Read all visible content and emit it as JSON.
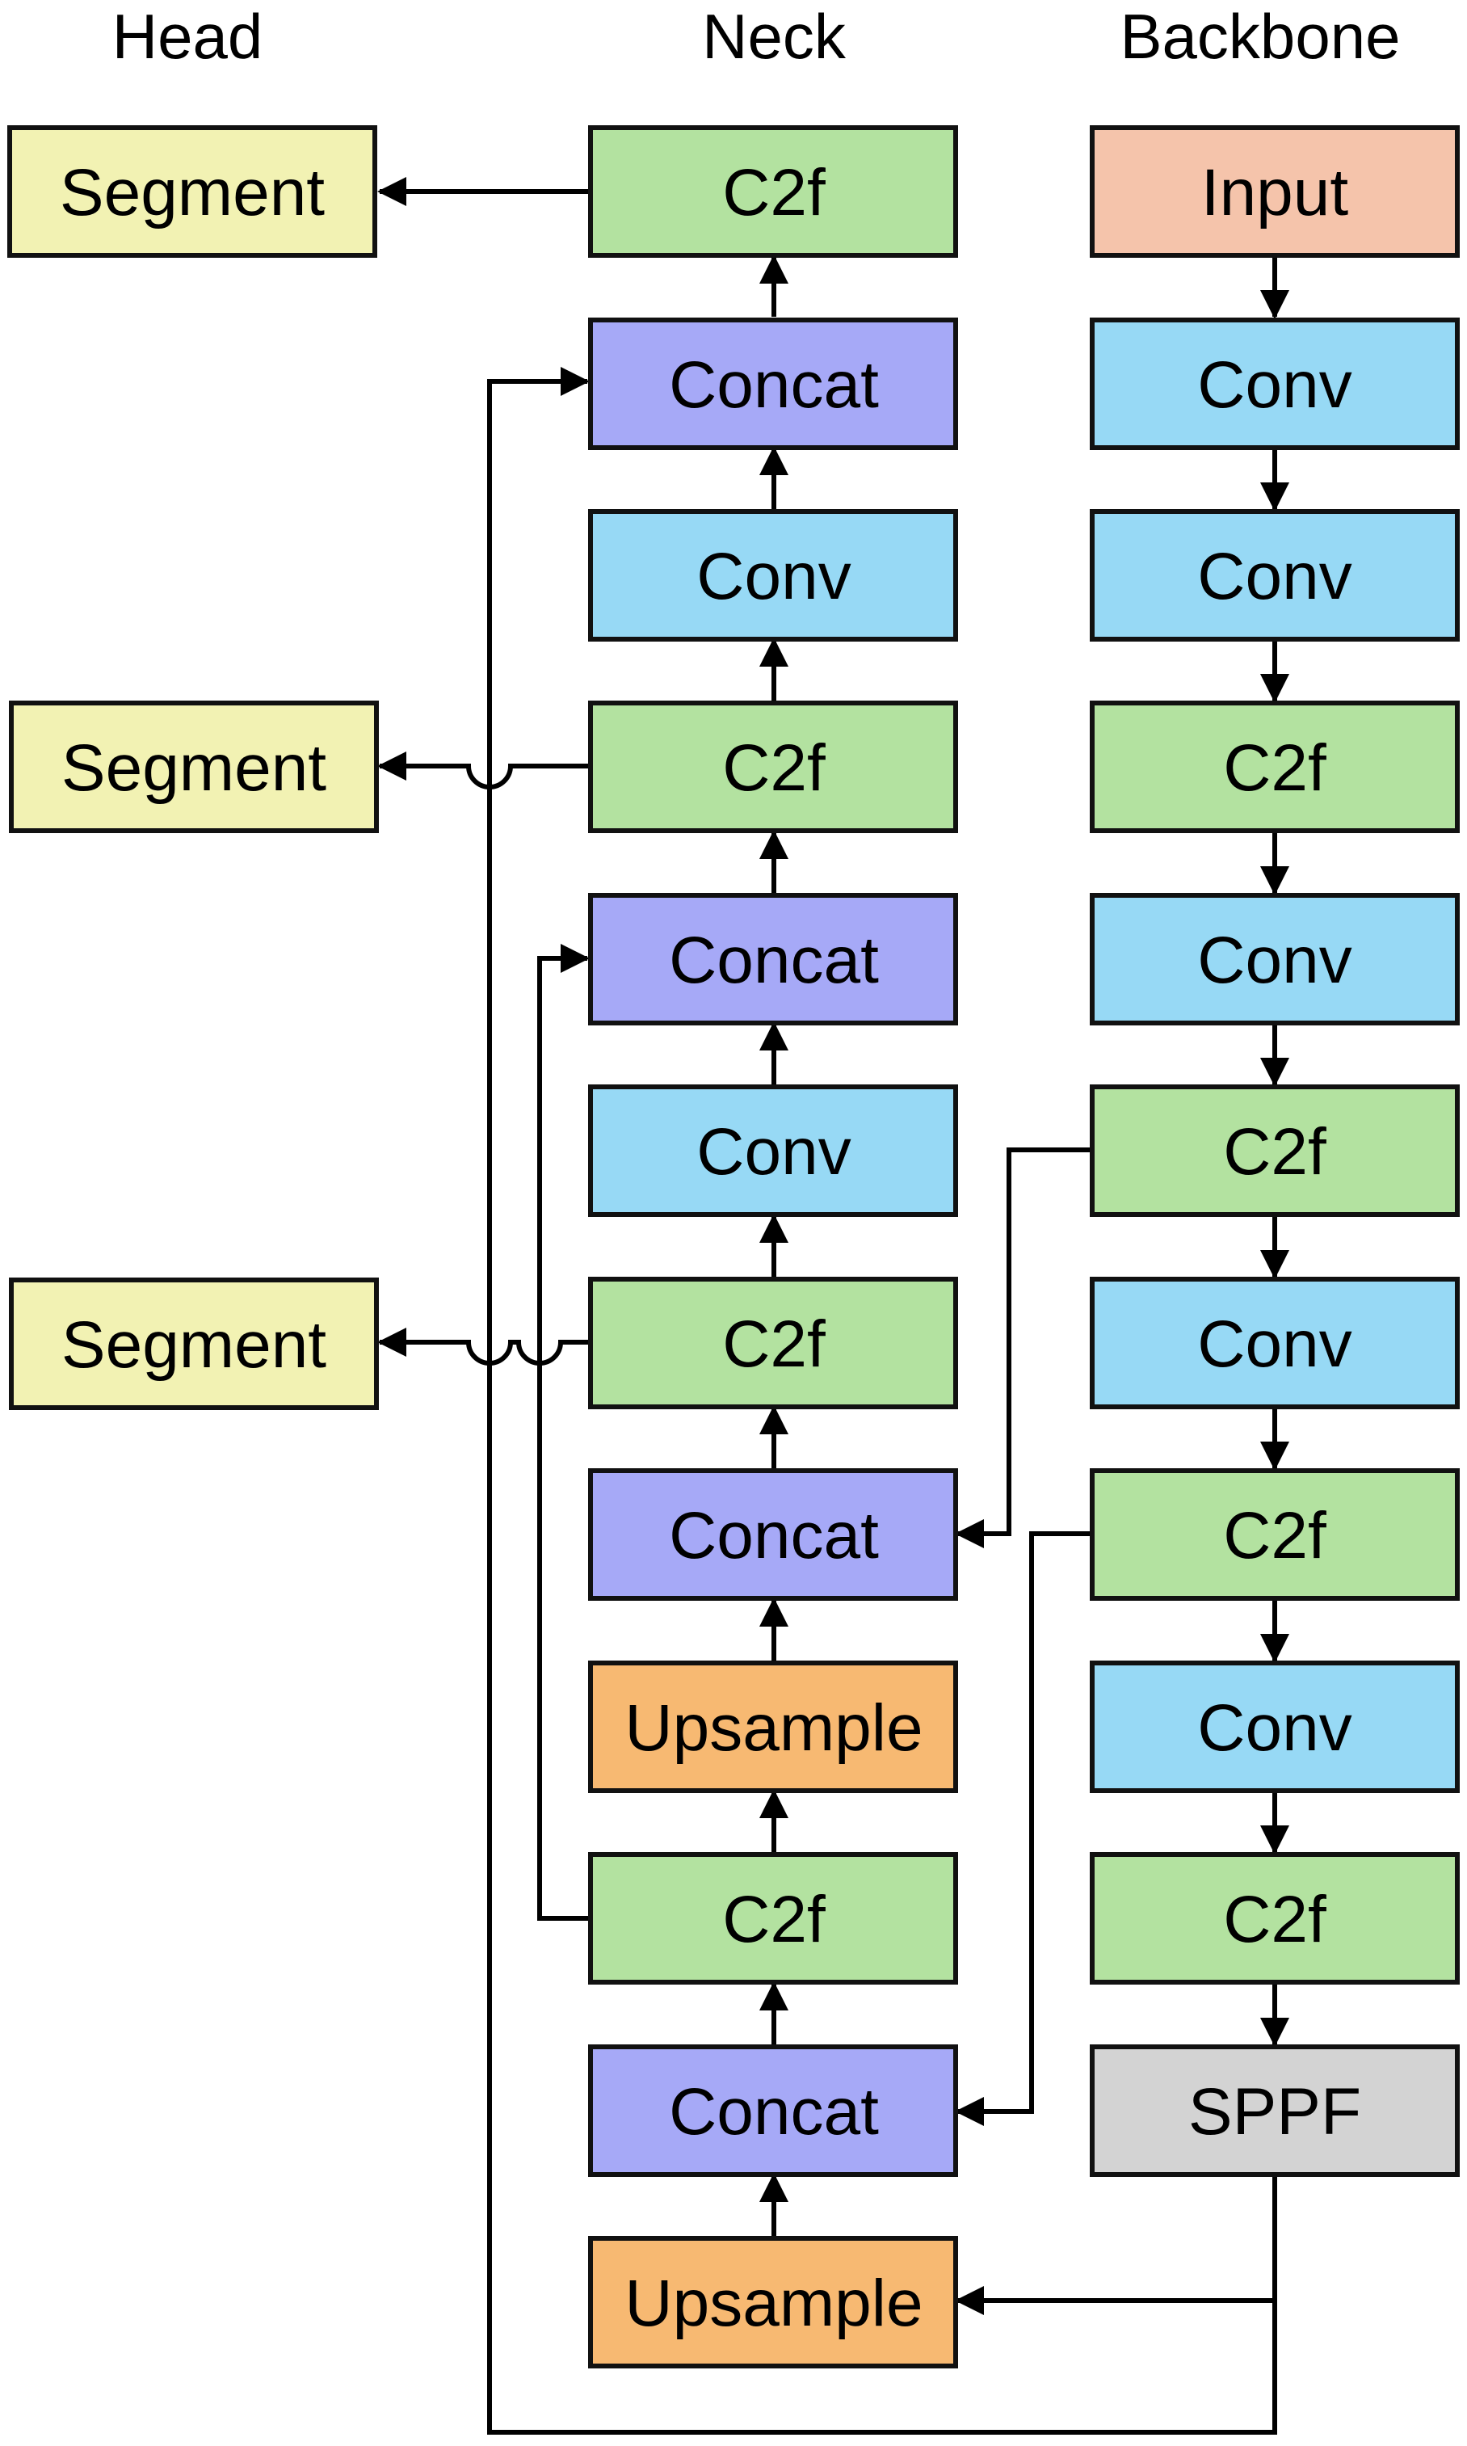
{
  "headers": {
    "head": "Head",
    "neck": "Neck",
    "backbone": "Backbone"
  },
  "colors": {
    "segment": "#f2f2b3",
    "c2f": "#b3e2a0",
    "concat": "#a6a9f7",
    "conv": "#97d9f5",
    "upsample": "#f7b972",
    "input": "#f5c4ab",
    "sppf": "#d3d3d3",
    "line": "#000000"
  },
  "head": {
    "seg1": "Segment",
    "seg2": "Segment",
    "seg3": "Segment"
  },
  "neck": {
    "c2f_top": "C2f",
    "concat_1": "Concat",
    "conv_1": "Conv",
    "c2f_2": "C2f",
    "concat_2": "Concat",
    "conv_2": "Conv",
    "c2f_3": "C2f",
    "concat_3": "Concat",
    "upsample_1": "Upsample",
    "c2f_4": "C2f",
    "concat_4": "Concat",
    "upsample_2": "Upsample"
  },
  "backbone": {
    "input": "Input",
    "conv_1": "Conv",
    "conv_2": "Conv",
    "c2f_1": "C2f",
    "conv_3": "Conv",
    "c2f_2": "C2f",
    "conv_4": "Conv",
    "c2f_3": "C2f",
    "conv_5": "Conv",
    "c2f_4": "C2f",
    "sppf": "SPPF"
  }
}
